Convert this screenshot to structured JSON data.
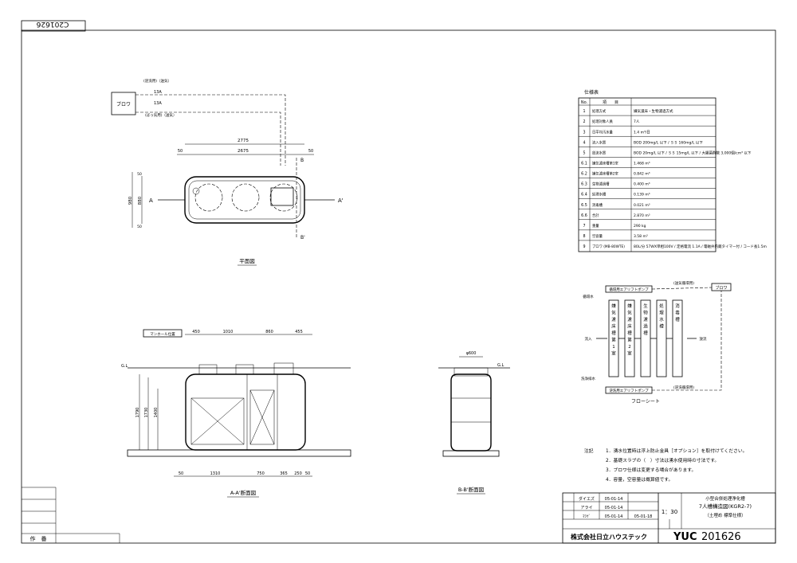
{
  "corner_code": "C201626",
  "plan_view": {
    "blower_label": "ブロワ",
    "pipe_labels": [
      "(逆洗用)（送気）",
      "13A",
      "13A",
      "(ばっ気用)（送気）"
    ],
    "dims_top": [
      "2775",
      "2675",
      "50",
      "50"
    ],
    "dims_side": [
      "980",
      "880",
      "50",
      "50"
    ],
    "section_marks": [
      "A",
      "A'",
      "B",
      "B'"
    ],
    "title": "平面図"
  },
  "spec_table": {
    "caption": "仕様表",
    "header": [
      "No.",
      "項　　目",
      ""
    ],
    "rows": [
      [
        "1",
        "処理方式",
        "嫌気濾床・生物濾過方式"
      ],
      [
        "2",
        "処理対象人員",
        "7人"
      ],
      [
        "3",
        "日平均汚水量",
        "1.4 m³/日"
      ],
      [
        "4",
        "流入水質",
        "BOD 200mg/L 以下 / ＳＳ 160mg/L 以下"
      ],
      [
        "5",
        "放流水質",
        "BOD 20mg/L 以下 / ＳＳ 15mg/L 以下 / 大腸菌群数 3,000個/cm³ 以下"
      ],
      [
        "6.1",
        "嫌気濾床槽第1室",
        "1.468 m³"
      ],
      [
        "6.2",
        "嫌気濾床槽第2室",
        "0.842 m³"
      ],
      [
        "6.3",
        "生物濾過槽",
        "0.400 m³"
      ],
      [
        "6.4",
        "処理水槽",
        "0.139 m³"
      ],
      [
        "6.5",
        "消毒槽",
        "0.021 m³"
      ],
      [
        "6.6",
        "合計",
        "2.870 m³"
      ],
      [
        "7",
        "重量",
        "290 kg"
      ],
      [
        "8",
        "空容量",
        "3.58 m³"
      ],
      [
        "9",
        "ブロワ (MB-80WTE)",
        "80L/分 57WX単相100V / 定格電流 1.1A / 電磁弁内蔵タイマー付 / コード長1.5m"
      ]
    ]
  },
  "flow_sheet": {
    "blower": "ブロワ",
    "tanks": [
      "嫌気濾床槽第1室",
      "嫌気濾床槽第2室",
      "生物濾過槽",
      "処理水槽",
      "消毒槽"
    ],
    "left_labels": [
      "循環水",
      "流入",
      "洗浄排水"
    ],
    "right_label": "放流",
    "pump_top": "循環用エアリフトポンプ",
    "pump_bottom": "逆洗用エアリフトポンプ",
    "air_top": "(送気循環用)",
    "air_bottom": "(逆洗循環用)",
    "title": "フローシート"
  },
  "section_aa": {
    "title": "A-A'断面図",
    "dims_top": [
      "450",
      "1010",
      "860",
      "455"
    ],
    "dims_bottom": [
      "50",
      "1310",
      "750",
      "365",
      "250",
      "50"
    ],
    "dims_left": [
      "1790",
      "1730",
      "1400"
    ],
    "gl": "G.L",
    "manhole": "マンホール位置"
  },
  "section_bb": {
    "title": "B-B'断面図",
    "dim": "φ600",
    "gl": "G.L"
  },
  "notes": {
    "heading": "注記",
    "items": [
      "1．湧水位置時は浮上防止金具［オプション］を取付けてください。",
      "2．基礎スラブの（　）寸法は湧水使用時の寸法です。",
      "3．ブロワ仕様は変更する場合があります。",
      "4．容量，空容量は概算値です。"
    ]
  },
  "title_block": {
    "rows": [
      [
        "ダイエズ",
        "05-01-14"
      ],
      [
        "アライ",
        "05-01-14"
      ],
      [
        "ﾏｼｹﾞ",
        "05-01-14"
      ]
    ],
    "scale": "1：30",
    "date": "05-01-18",
    "product": [
      "小型合併処理浄化槽",
      "7人槽構造図(KGR2-7)",
      "（土埋め 標準仕様）"
    ],
    "company": "株式会社日立ハウステック",
    "drawing_no_prefix": "YUC",
    "drawing_no": "201626",
    "revision_label": "作　番"
  }
}
